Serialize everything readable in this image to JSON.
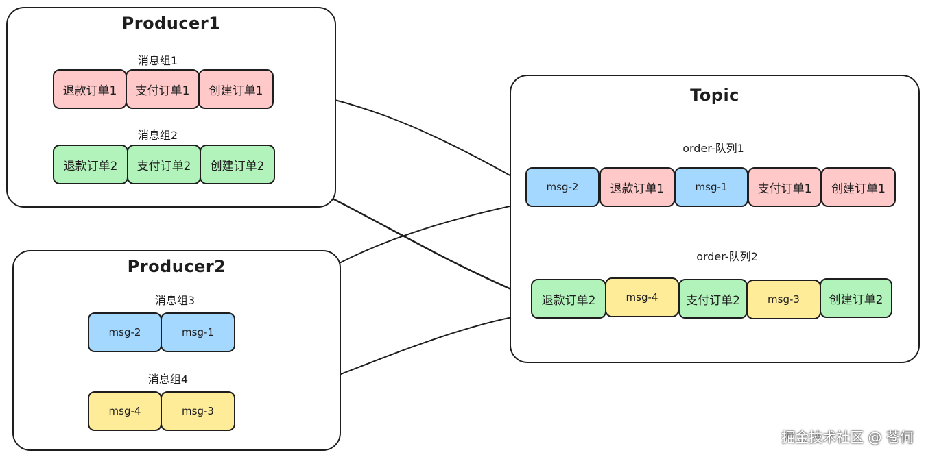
{
  "producers": [
    {
      "title": "Producer1",
      "groups": [
        {
          "name": "消息组1",
          "items": [
            {
              "text": "退款订单1",
              "color": "red"
            },
            {
              "text": "支付订单1",
              "color": "red"
            },
            {
              "text": "创建订单1",
              "color": "red"
            }
          ]
        },
        {
          "name": "消息组2",
          "items": [
            {
              "text": "退款订单2",
              "color": "green"
            },
            {
              "text": "支付订单2",
              "color": "green"
            },
            {
              "text": "创建订单2",
              "color": "green"
            }
          ]
        }
      ]
    },
    {
      "title": "Producer2",
      "groups": [
        {
          "name": "消息组3",
          "items": [
            {
              "text": "msg-2",
              "color": "blue"
            },
            {
              "text": "msg-1",
              "color": "blue"
            }
          ]
        },
        {
          "name": "消息组4",
          "items": [
            {
              "text": "msg-4",
              "color": "yellow"
            },
            {
              "text": "msg-3",
              "color": "yellow"
            }
          ]
        }
      ]
    }
  ],
  "topic": {
    "title": "Topic",
    "queues": [
      {
        "name": "order-队列1",
        "items": [
          {
            "text": "msg-2",
            "color": "blue"
          },
          {
            "text": "退款订单1",
            "color": "red"
          },
          {
            "text": "msg-1",
            "color": "blue"
          },
          {
            "text": "支付订单1",
            "color": "red"
          },
          {
            "text": "创建订单1",
            "color": "red"
          }
        ]
      },
      {
        "name": "order-队列2",
        "items": [
          {
            "text": "退款订单2",
            "color": "green"
          },
          {
            "text": "msg-4",
            "color": "yellow"
          },
          {
            "text": "支付订单2",
            "color": "green"
          },
          {
            "text": "msg-3",
            "color": "yellow"
          },
          {
            "text": "创建订单2",
            "color": "green"
          }
        ]
      }
    ]
  },
  "watermark": "掘金技术社区 @ 苍何",
  "colors": {
    "red": "#ffc9c9",
    "green": "#b2f2bb",
    "blue": "#a5d8ff",
    "yellow": "#ffec99",
    "stroke": "#1e1e1e"
  }
}
